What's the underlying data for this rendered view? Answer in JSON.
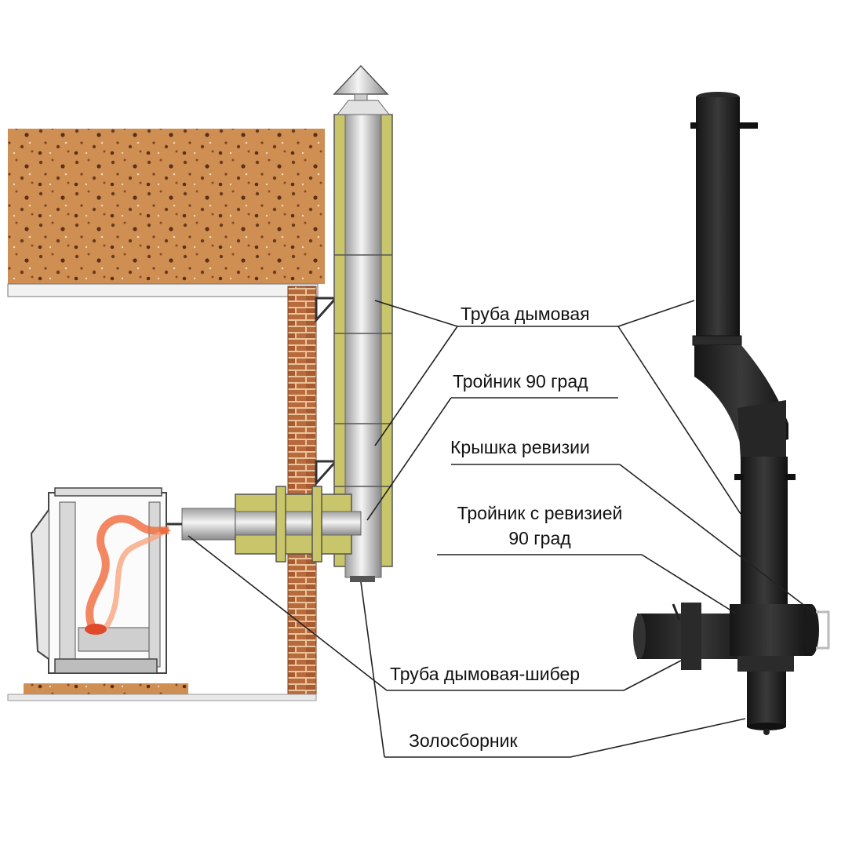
{
  "labels": {
    "truba_dymovaya": "Труба дымовая",
    "troynik_90": "Тройник 90 град",
    "kryshka_revizii": "Крышка ревизии",
    "troynik_revizia_line1": "Тройник с ревизией",
    "troynik_revizia_line2": "90 град",
    "truba_shiber": "Труба дымовая-шибер",
    "zolosbornik": "Золосборник"
  },
  "colors": {
    "ceiling_fill": "#c98a4e",
    "ceiling_speckle": "#6b3a1c",
    "brick": "#b86a3c",
    "insulation": "#c9c56a",
    "steel_pipe": "#dcdcdc",
    "black_pipe": "#202020",
    "flame": "#f06a3c",
    "leader_line": "#222222"
  }
}
